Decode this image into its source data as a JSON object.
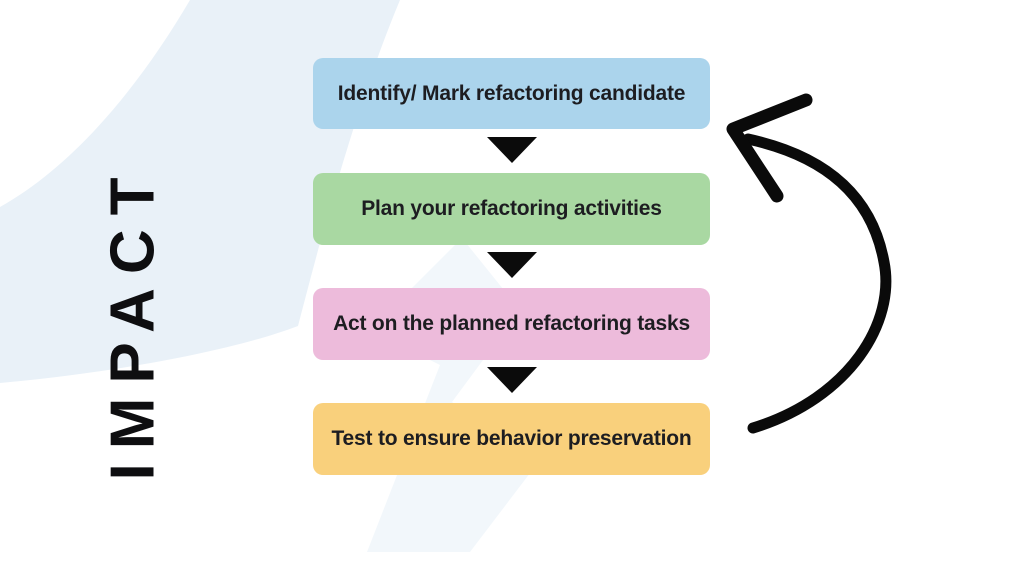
{
  "diagram": {
    "impact_label": "IMPACT",
    "steps": [
      {
        "label": "Identify/ Mark refactoring candidate",
        "color": "#abd4ec"
      },
      {
        "label": "Plan your refactoring activities",
        "color": "#a9d8a2"
      },
      {
        "label": "Act on the planned refactoring tasks",
        "color": "#edbbdb"
      },
      {
        "label": "Test to ensure behavior preservation",
        "color": "#f9d07c"
      }
    ],
    "connector_icon": "arrow-down-triangle",
    "loop_icon": "curved-loop-arrow"
  },
  "colors": {
    "background": "#ffffff",
    "swoosh": "#e9f1f8",
    "bolt": "#f2f7fb",
    "arrow_stroke": "#0a0a0a",
    "step_text": "#1d1d21"
  }
}
